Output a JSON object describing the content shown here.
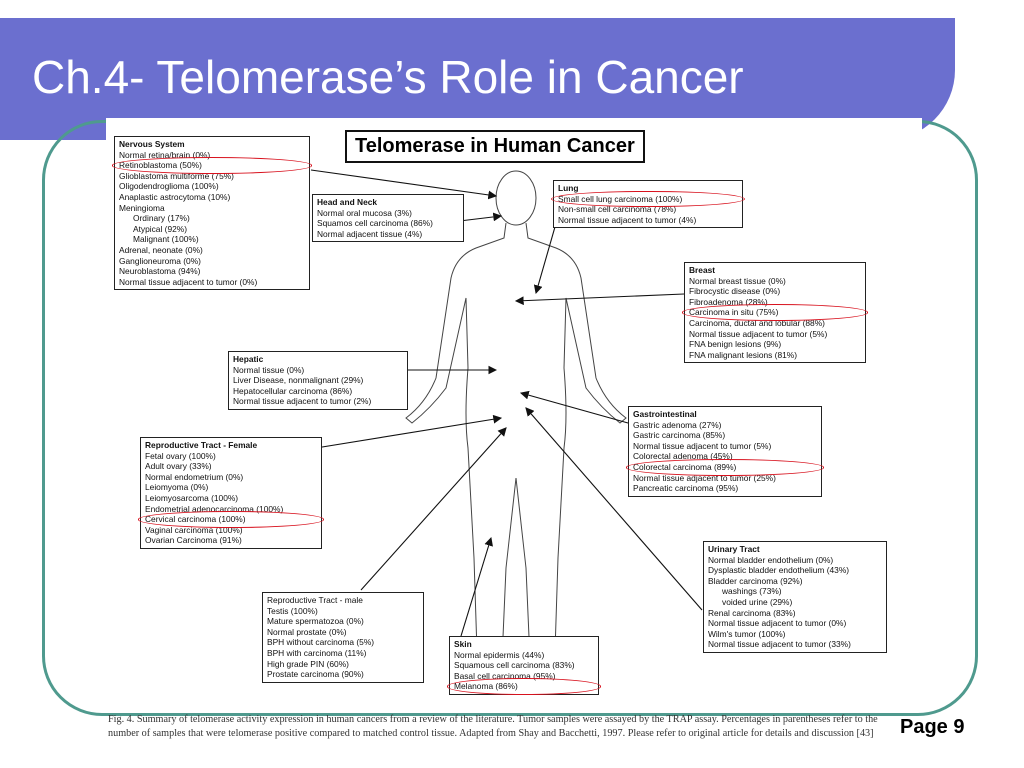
{
  "slide": {
    "title": "Ch.4- Telomerase’s Role in Cancer",
    "page_label": "Page 9"
  },
  "colors": {
    "header": "#6b6fcf",
    "frame": "#4f9a8e",
    "highlight": "#d8121e"
  },
  "figure": {
    "title": "Telomerase in Human Cancer",
    "caption": "Fig. 4. Summary of telomerase activity expression in human cancers from a review of the literature. Tumor samples were assayed by the TRAP assay. Percentages in parentheses refer to the number of samples that were telomerase positive compared to matched control tissue. Adapted from Shay and Bacchetti, 1997. Please refer to original article for details and discussion [43]",
    "boxes": {
      "nervous": {
        "heading": "Nervous System",
        "items": [
          "Normal retina/brain (0%)",
          "Retinoblastoma (50%)",
          "Glioblastoma multiforme (75%)",
          "Oligodendroglioma (100%)",
          "Anaplastic astrocytoma (10%)",
          "Meningioma",
          "Ordinary (17%)",
          "Atypical (92%)",
          "Malignant (100%)",
          "Adrenal, neonate (0%)",
          "Ganglioneuroma (0%)",
          "Neuroblastoma (94%)",
          "Normal tissue adjacent to tumor (0%)"
        ]
      },
      "head": {
        "heading": "Head and Neck",
        "items": [
          "Normal oral mucosa (3%)",
          "Squamos cell carcinoma (86%)",
          "Normal adjacent tissue (4%)"
        ]
      },
      "lung": {
        "heading": "Lung",
        "items": [
          "Small cell lung carcinoma (100%)",
          "Non-small cell carcinoma (78%)",
          "Normal tissue adjacent to tumor  (4%)"
        ]
      },
      "breast": {
        "heading": "Breast",
        "items": [
          "Normal breast tissue (0%)",
          "Fibrocystic disease (0%)",
          "Fibroadenoma (28%)",
          "Carcinoma in situ (75%)",
          "Carcinoma, ductal and lobular (88%)",
          "Normal tissue adjacent to tumor (5%)",
          "FNA benign lesions (9%)",
          "FNA malignant lesions (81%)"
        ]
      },
      "hepatic": {
        "heading": "Hepatic",
        "items": [
          "Normal tissue (0%)",
          "Liver Disease, nonmalignant (29%)",
          "Hepatocellular carcinoma (86%)",
          "Normal tissue adjacent to tumor (2%)"
        ]
      },
      "gastro": {
        "heading": "Gastrointestinal",
        "items": [
          "Gastric adenoma (27%)",
          "Gastric carcinoma (85%)",
          "Normal tissue adjacent to tumor (5%)",
          "Colorectal adenoma (45%)",
          "Colorectal carcinoma (89%)",
          "Normal tissue adjacent to tumor (25%)",
          "Pancreatic carcinoma (95%)"
        ]
      },
      "female": {
        "heading": "Reproductive Tract  - Female",
        "items": [
          "Fetal ovary (100%)",
          "Adult ovary (33%)",
          "Normal endometrium (0%)",
          "Leiomyoma (0%)",
          "Leiomyosarcoma (100%)",
          "Endometrial adenocarcinoma (100%)",
          "Cervical carcinoma (100%)",
          "Vaginal carcinoma (100%)",
          "Ovarian Carcinoma (91%)"
        ]
      },
      "urinary": {
        "heading": "Urinary Tract",
        "items": [
          "Normal bladder endothelium (0%)",
          "Dysplastic bladder endothelium (43%)",
          "Bladder carcinoma (92%)",
          "washings (73%)",
          "voided urine (29%)",
          "Renal carcinoma (83%)",
          "Normal tissue adjacent to tumor (0%)",
          "Wilm's tumor (100%)",
          "Normal tissue adjacent to tumor (33%)"
        ]
      },
      "male": {
        "heading": "Reproductive Tract - male",
        "items": [
          "Testis (100%)",
          "Mature spermatozoa (0%)",
          "Normal prostate (0%)",
          "BPH without carcinoma (5%)",
          "BPH with carcinoma (11%)",
          "High grade PIN (60%)",
          "Prostate carcinoma (90%)"
        ]
      },
      "skin": {
        "heading": "Skin",
        "items": [
          "Normal epidermis (44%)",
          "Squamous cell carcinoma (83%)",
          "Basal cell carcinoma (95%)",
          "Melanoma (86%)"
        ]
      }
    }
  }
}
